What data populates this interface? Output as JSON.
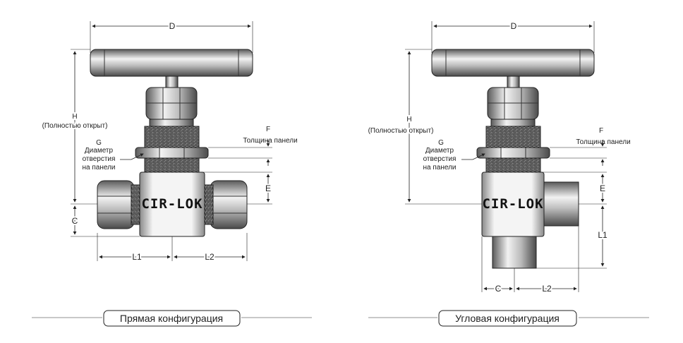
{
  "left": {
    "caption": "Прямая конфигурация",
    "brand": "CIR-LOK",
    "dims": {
      "D": "D",
      "H": "H",
      "H_note": "(Полностью открыт)",
      "F": "F",
      "F_note": "Толщина панели",
      "G": "G",
      "G_note1": "Диаметр",
      "G_note2": "отверстия",
      "G_note3": "на панели",
      "E": "E",
      "C": "C",
      "L1": "L1",
      "L2": "L2"
    }
  },
  "right": {
    "caption": "Угловая конфигурация",
    "brand": "CIR-LOK",
    "dims": {
      "D": "D",
      "H": "H",
      "H_note": "(Полностью открыт)",
      "F": "F",
      "F_note": "Толщина панели",
      "G": "G",
      "G_note1": "Диаметр",
      "G_note2": "отверстия",
      "G_note3": "на панели",
      "E": "E",
      "C": "C",
      "L1": "L1",
      "L2": "L2"
    }
  }
}
